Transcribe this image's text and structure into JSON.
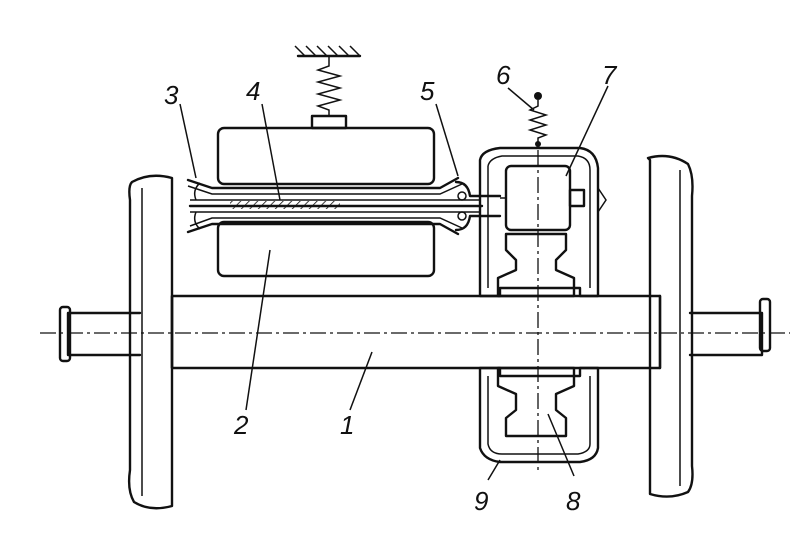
{
  "diagram": {
    "labels": [
      {
        "id": "1",
        "text": "1"
      },
      {
        "id": "2",
        "text": "2"
      },
      {
        "id": "3",
        "text": "3"
      },
      {
        "id": "4",
        "text": "4"
      },
      {
        "id": "5",
        "text": "5"
      },
      {
        "id": "6",
        "text": "6"
      },
      {
        "id": "7",
        "text": "7"
      },
      {
        "id": "8",
        "text": "8"
      },
      {
        "id": "9",
        "text": "9"
      }
    ]
  }
}
